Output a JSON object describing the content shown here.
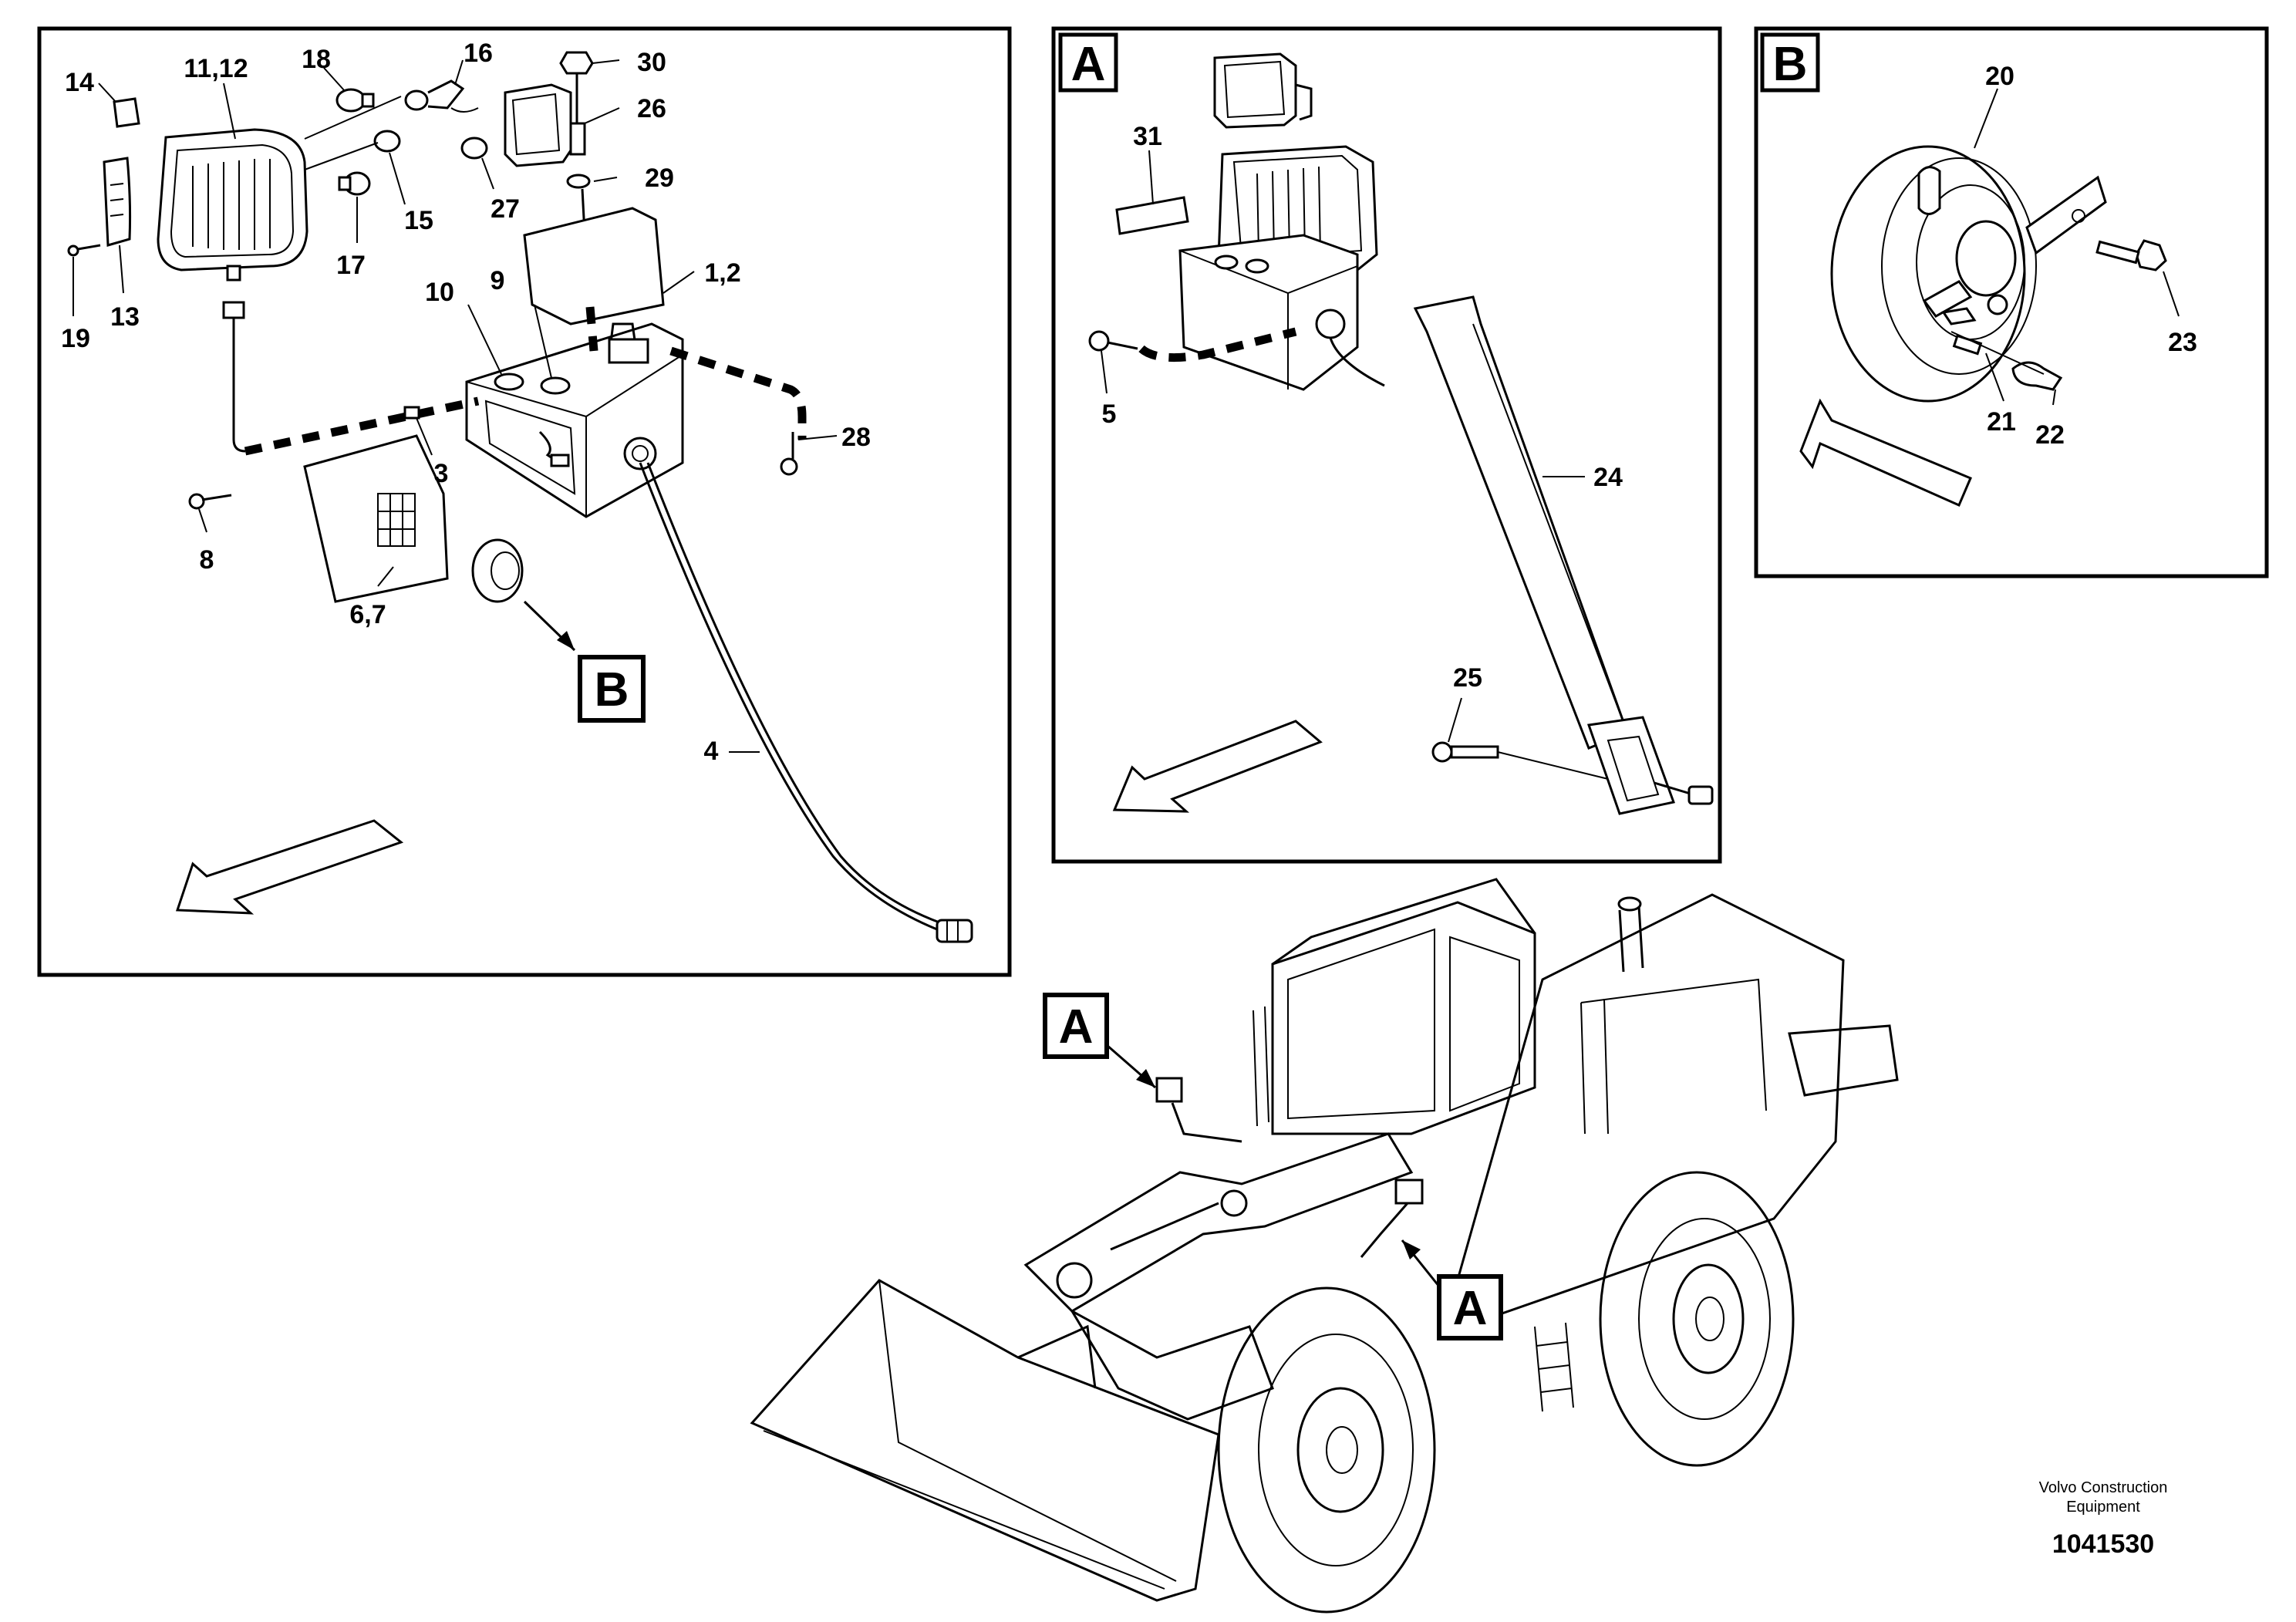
{
  "panels": {
    "main": {},
    "a": {
      "title": "A"
    },
    "b": {
      "title": "B"
    }
  },
  "callouts": {
    "p1_2": "1,2",
    "p3": "3",
    "p4": "4",
    "p5": "5",
    "p6_7": "6,7",
    "p8": "8",
    "p9": "9",
    "p10": "10",
    "p11_12": "11,12",
    "p13": "13",
    "p14": "14",
    "p15": "15",
    "p16": "16",
    "p17": "17",
    "p18": "18",
    "p19": "19",
    "p20": "20",
    "p21": "21",
    "p22": "22",
    "p23": "23",
    "p24": "24",
    "p25": "25",
    "p26": "26",
    "p27": "27",
    "p28": "28",
    "p29": "29",
    "p30": "30",
    "p31": "31"
  },
  "view_refs": {
    "b_in_main": "B",
    "a_on_machine_top": "A",
    "a_on_machine_bottom": "A"
  },
  "footer": {
    "company_line1": "Volvo Construction",
    "company_line2": "Equipment",
    "drawing_number": "1041530"
  }
}
